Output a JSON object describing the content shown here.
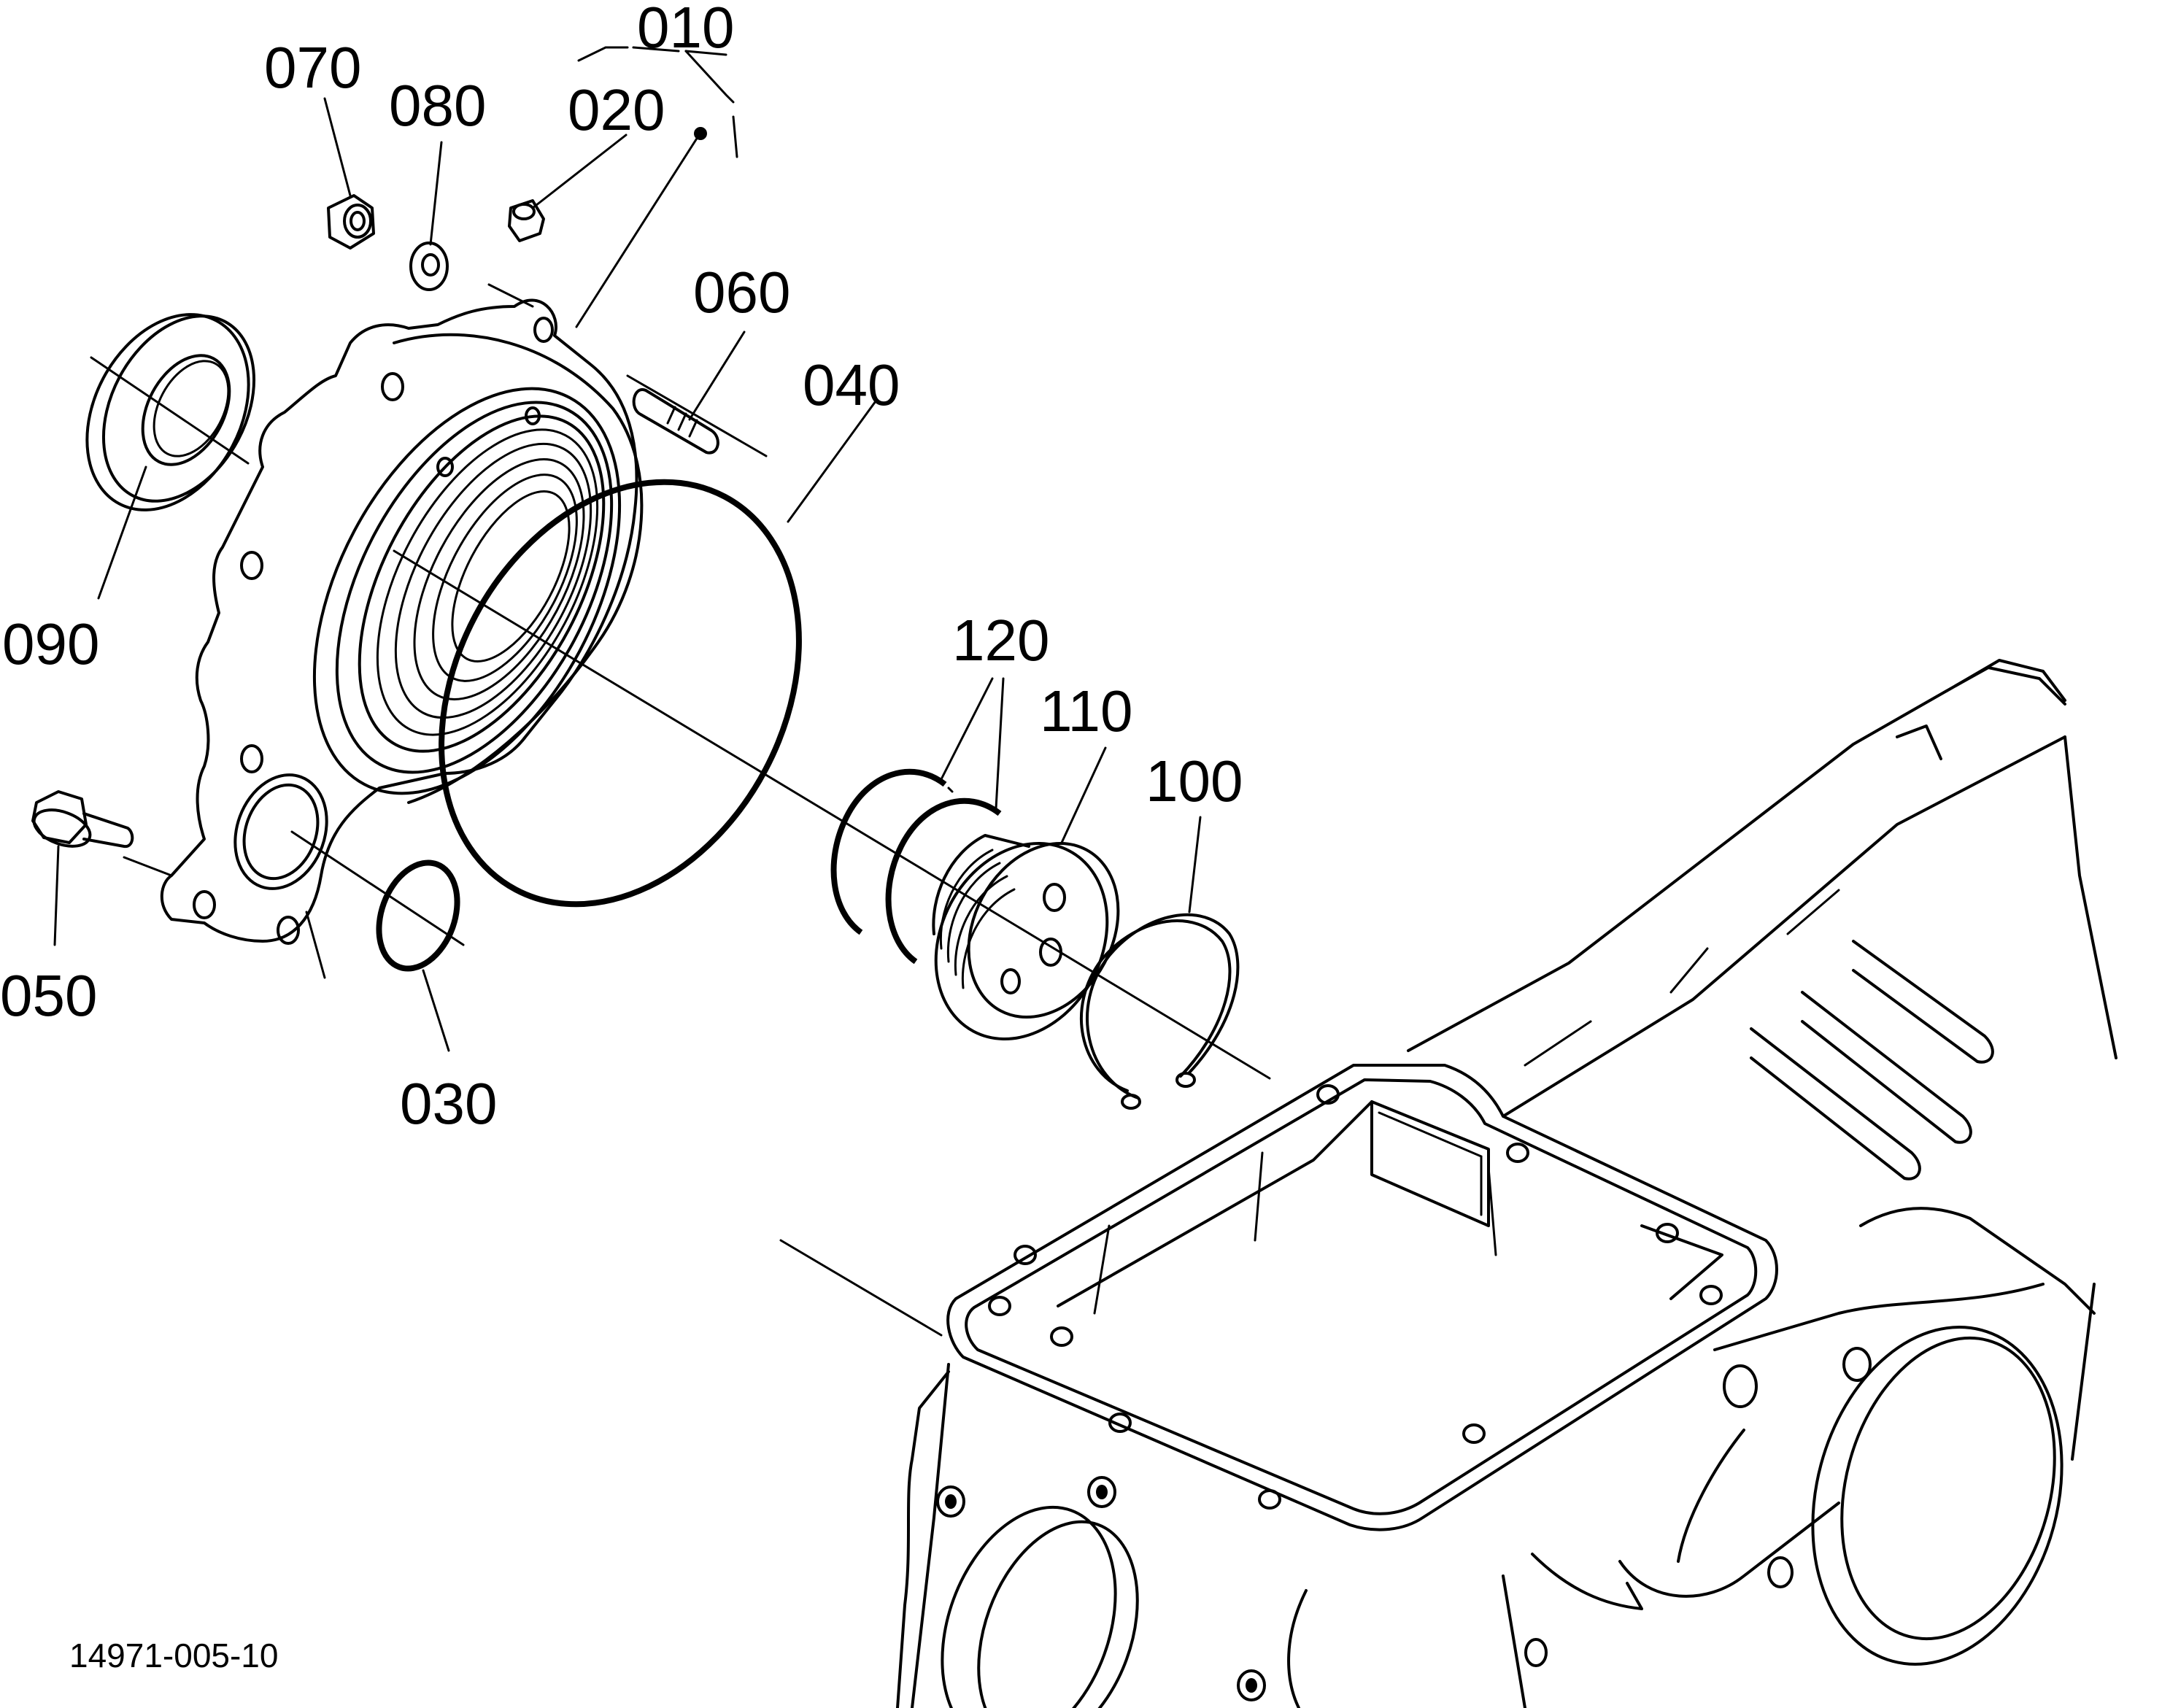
{
  "diagram": {
    "reference_number": "14971-005-10",
    "callouts": {
      "c010": "010",
      "c020": "020",
      "c030": "030",
      "c040": "040",
      "c050": "050",
      "c060": "060",
      "c070": "070",
      "c080": "080",
      "c090": "090",
      "c100": "100",
      "c110": "110",
      "c120": "120"
    }
  }
}
